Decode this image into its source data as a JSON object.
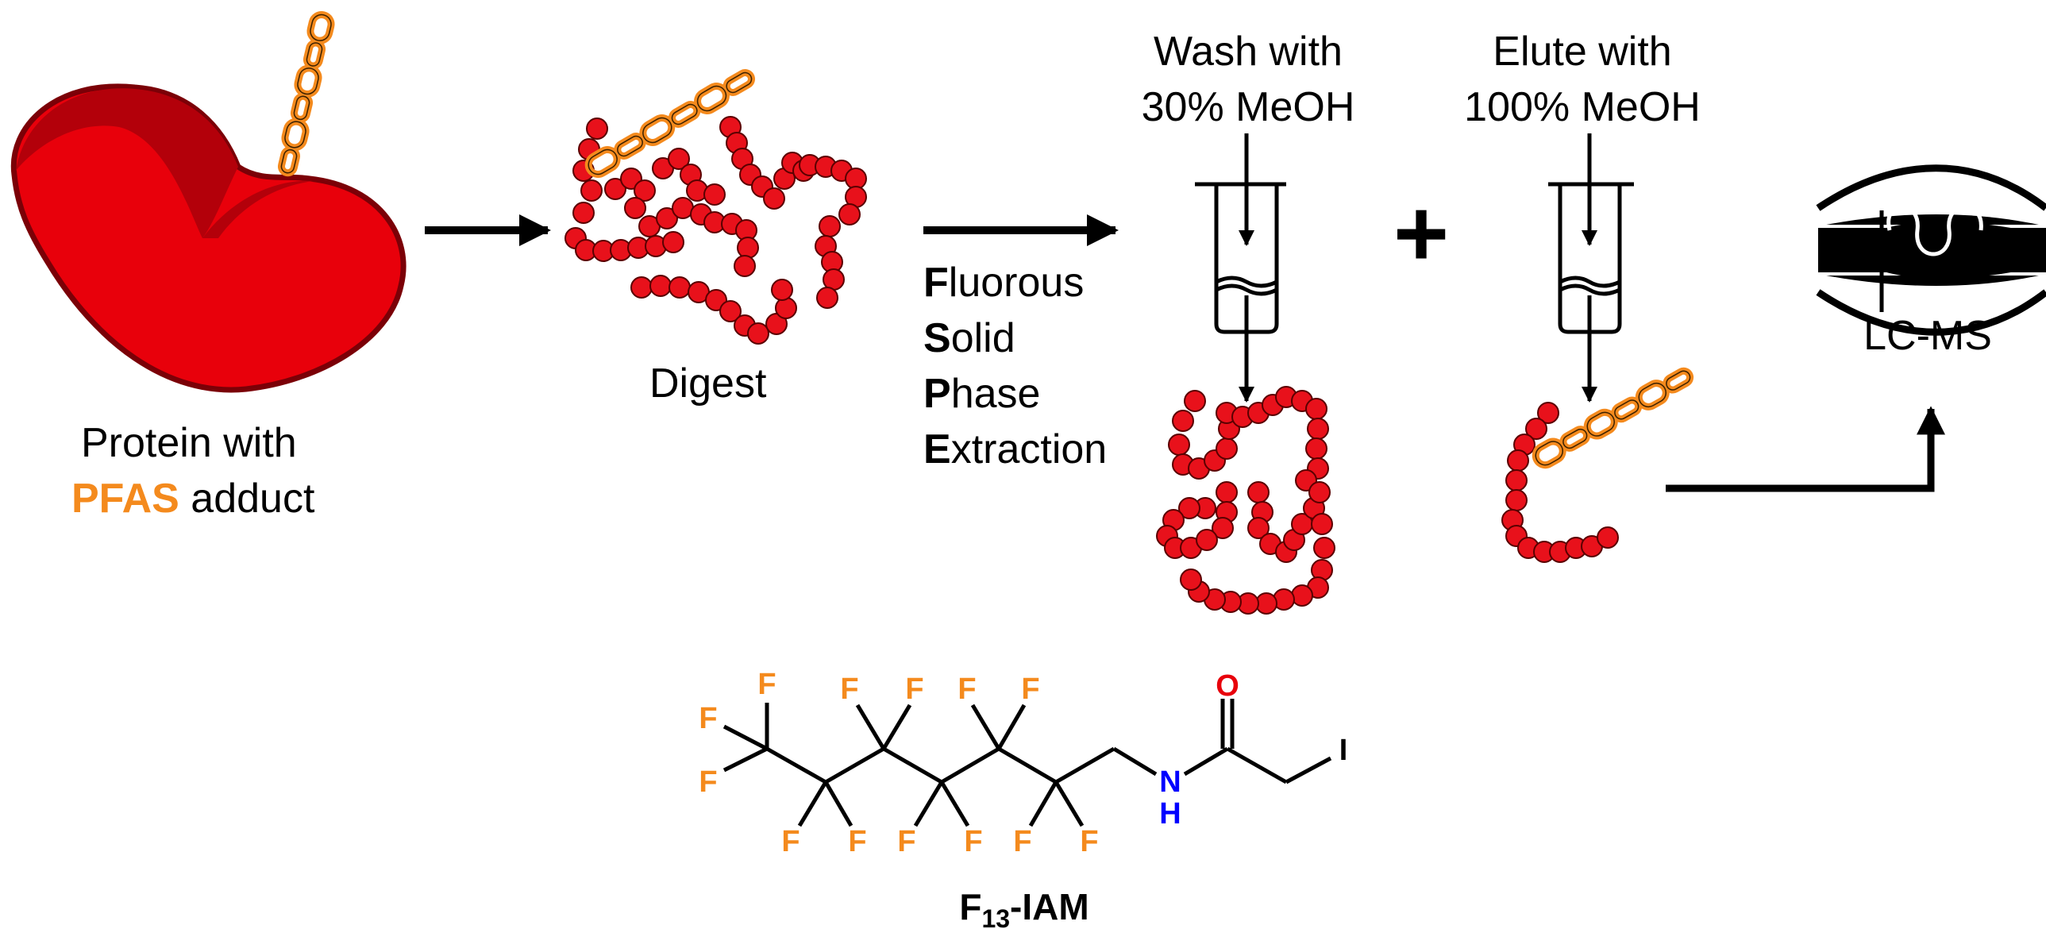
{
  "steps": {
    "protein_label_line1": "Protein with",
    "protein_label_pfas": "PFAS",
    "protein_label_line2_rest": " adduct",
    "digest_label": "Digest",
    "fspe": [
      {
        "initial": "F",
        "rest": "luorous"
      },
      {
        "initial": "S",
        "rest": "olid"
      },
      {
        "initial": "P",
        "rest": "hase"
      },
      {
        "initial": "E",
        "rest": "xtraction"
      }
    ],
    "wash_line1": "Wash with",
    "wash_line2": "30% MeOH",
    "elute_line1": "Elute  with",
    "elute_line2": "100% MeOH",
    "plus": "+",
    "lcms_label": "LC-MS"
  },
  "molecule": {
    "name_main": "F",
    "name_sub": "13",
    "name_rest": "-IAM",
    "fluorine": "F",
    "oxygen": "O",
    "nitrogen": "N",
    "hydrogen": "H",
    "iodine": "I"
  },
  "colors": {
    "protein_fill": "#e8000b",
    "protein_edge": "#7b0007",
    "peptide_bead": "#e8111b",
    "pfas_tag": "#f48a1d",
    "oxygen": "#e8000b",
    "nitrogen": "#0000ff",
    "black": "#000000"
  }
}
